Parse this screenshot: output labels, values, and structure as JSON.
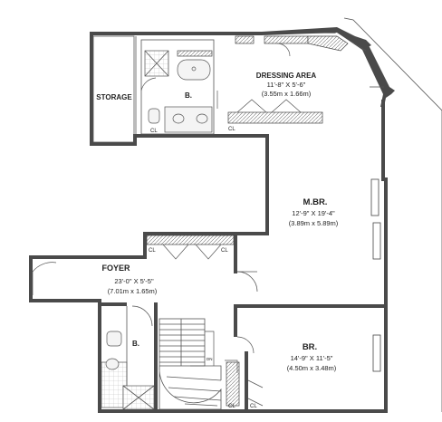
{
  "rooms": {
    "dressing_area": {
      "name": "DRESSING AREA",
      "dim_imperial": "11'-8\" X 5'-6\"",
      "dim_metric": "(3.55m x 1.66m)"
    },
    "storage": {
      "name": "STORAGE"
    },
    "master_bath": {
      "name": "B."
    },
    "master_bedroom": {
      "name": "M.BR.",
      "dim_imperial": "12'-9\" X 19'-4\"",
      "dim_metric": "(3.89m x 5.89m)"
    },
    "foyer": {
      "name": "FOYER",
      "dim_imperial": "23'-0\" X 5'-5\"",
      "dim_metric": "(7.01m x 1.65m)"
    },
    "bath_2": {
      "name": "B."
    },
    "bedroom": {
      "name": "BR.",
      "dim_imperial": "14'-9\" X 11'-5\"",
      "dim_metric": "(4.50m x 3.48m)"
    }
  },
  "closets": {
    "cl_bath": "CL",
    "cl_dressing": "CL",
    "cl_mbr_left": "CL",
    "cl_mbr_right": "CL",
    "cl_stair": "CL",
    "cl_br": "CL"
  },
  "stair_label": "DN"
}
